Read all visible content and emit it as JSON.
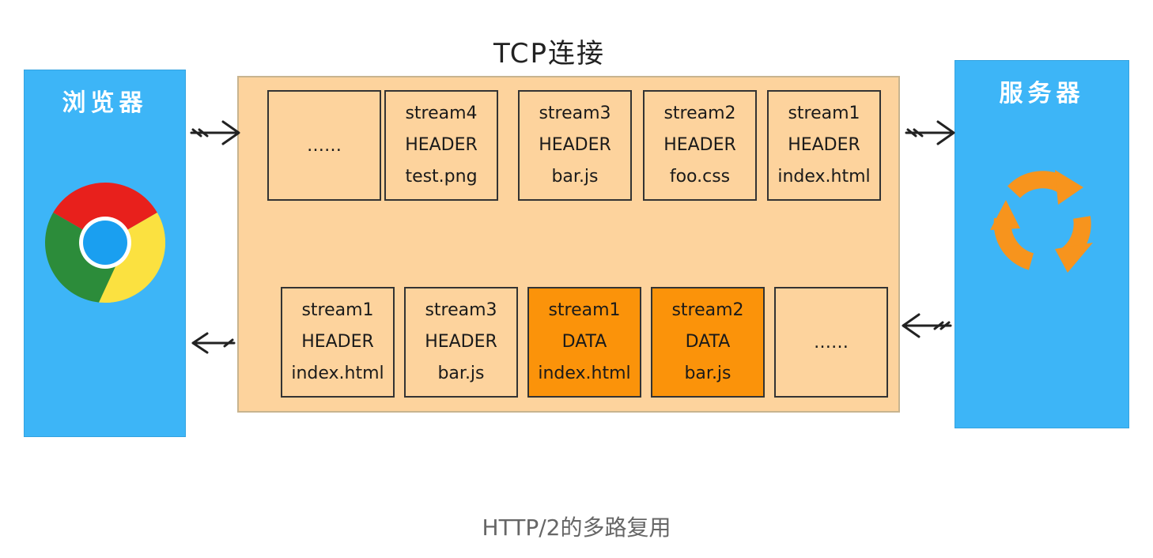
{
  "browser": {
    "label": "浏览器",
    "icon": "chrome-logo-icon"
  },
  "server": {
    "label": "服务器",
    "icon": "refresh-cycle-icon"
  },
  "tcp": {
    "label": "TCP连接",
    "outgoing": [
      {
        "kind": "ellipsis",
        "text": "……"
      },
      {
        "kind": "frame",
        "lines": [
          "stream4",
          "HEADER",
          "test.png"
        ]
      },
      {
        "kind": "frame",
        "lines": [
          "stream3",
          "HEADER",
          "bar.js"
        ]
      },
      {
        "kind": "frame",
        "lines": [
          "stream2",
          "HEADER",
          "foo.css"
        ]
      },
      {
        "kind": "frame",
        "lines": [
          "stream1",
          "HEADER",
          "index.html"
        ]
      }
    ],
    "incoming": [
      {
        "kind": "frame",
        "lines": [
          "stream1",
          "HEADER",
          "index.html"
        ]
      },
      {
        "kind": "frame",
        "lines": [
          "stream3",
          "HEADER",
          "bar.js"
        ]
      },
      {
        "kind": "data",
        "lines": [
          "stream1",
          "DATA",
          "index.html"
        ]
      },
      {
        "kind": "data",
        "lines": [
          "stream2",
          "DATA",
          "bar.js"
        ]
      },
      {
        "kind": "ellipsis",
        "text": "……"
      }
    ]
  },
  "colors": {
    "side_panel": "#3db5f7",
    "tcp_box": "#fdd39d",
    "data_frame": "#fb930a",
    "refresh_icon": "#f7941d"
  },
  "caption": "HTTP/2的多路复用"
}
